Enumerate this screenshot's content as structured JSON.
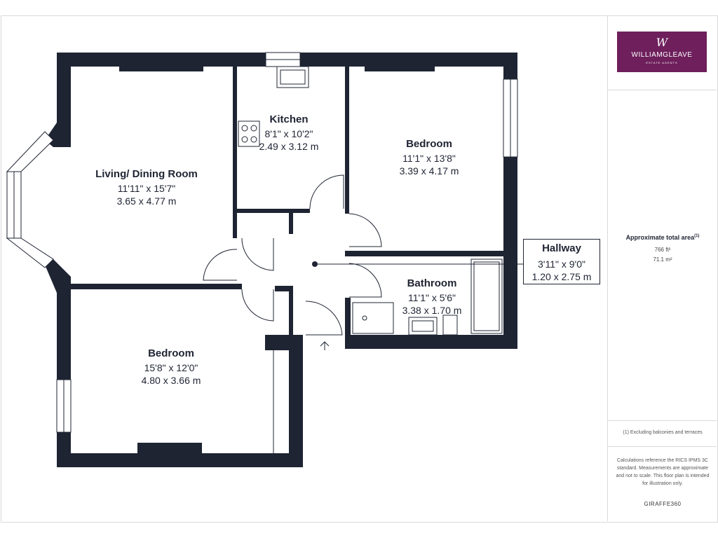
{
  "brand": {
    "name": "WILLIAMGLEAVE",
    "tagline": "ESTATE AGENTS",
    "color": "#6e1f5c"
  },
  "rooms": [
    {
      "id": "living",
      "name": "Living/ Dining Room",
      "imperial": "11'11\" x 15'7\"",
      "metric": "3.65 x 4.77 m"
    },
    {
      "id": "kitchen",
      "name": "Kitchen",
      "imperial": "8'1\" x 10'2\"",
      "metric": "2.49 x 3.12 m"
    },
    {
      "id": "bedroom1",
      "name": "Bedroom",
      "imperial": "11'1\" x 13'8\"",
      "metric": "3.39 x 4.17 m"
    },
    {
      "id": "bedroom2",
      "name": "Bedroom",
      "imperial": "15'8\" x 12'0\"",
      "metric": "4.80 x 3.66 m"
    },
    {
      "id": "bathroom",
      "name": "Bathroom",
      "imperial": "11'1\" x 5'6\"",
      "metric": "3.38 x 1.70 m"
    }
  ],
  "hallway": {
    "name": "Hallway",
    "imperial": "3'11\" x 9'0\"",
    "metric": "1.20 x 2.75 m"
  },
  "area": {
    "title": "Approximate total area",
    "footnote_mark": "(1)",
    "sqft": "766 ft²",
    "sqm": "71.1 m²"
  },
  "footnote": "(1) Excluding balconies and terraces",
  "disclaimer": "Calculations reference the RICS IPMS 3C standard. Measurements are approximate and not to scale. This floor plan is intended for illustration only.",
  "credit": "GIRAFFE360",
  "colors": {
    "wall": "#1f2433",
    "fixture": "#1f2433",
    "background": "#ffffff"
  }
}
